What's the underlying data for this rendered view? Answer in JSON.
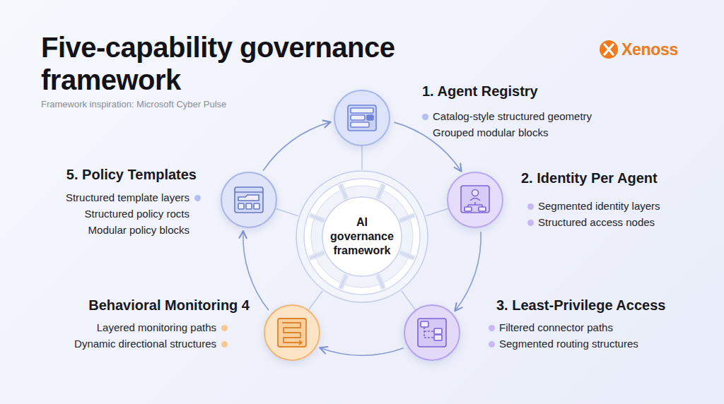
{
  "diagram": {
    "title": "Five-capability governance framework",
    "nodes": [
      {
        "text": [
          "1. Agent Registry",
          "Catalog-style structured geometry",
          "Grouped modular blocks"
        ]
      },
      {
        "text": [
          "2. Identity Per Agent",
          "Segmented identity layers",
          "Structured access nodes"
        ]
      },
      {
        "text": [
          "3. Least-Privilege Access",
          "Filtered connector paths",
          "Segmented routing structures"
        ]
      },
      {
        "text": [
          "Behavioral Monitoring 4",
          "Layered monitoring paths",
          "Dynamic directional structures"
        ]
      },
      {
        "text": [
          "5. Policy Templates",
          "Structured template layers",
          "Structured policy rocts",
          "Modular policy blocks"
        ]
      },
      {
        "text": [
          "AI governance framework"
        ]
      }
    ],
    "edges": [
      {
        "from": 0,
        "to": 1,
        "arrow": "to"
      },
      {
        "from": 1,
        "to": 2,
        "arrow": "to"
      },
      {
        "from": 2,
        "to": 3,
        "arrow": "to"
      },
      {
        "from": 3,
        "to": 4,
        "arrow": "to"
      },
      {
        "from": 4,
        "to": 0,
        "arrow": "to"
      },
      {
        "from": 5,
        "to": 0,
        "arrow": "none"
      },
      {
        "from": 5,
        "to": 1,
        "arrow": "none"
      },
      {
        "from": 5,
        "to": 2,
        "arrow": "none"
      },
      {
        "from": 5,
        "to": 3,
        "arrow": "none"
      },
      {
        "from": 5,
        "to": 4,
        "arrow": "none"
      }
    ],
    "labels": [
      "Framework inspiration: Microsoft Cyber Pulse",
      "Xenoss"
    ]
  }
}
